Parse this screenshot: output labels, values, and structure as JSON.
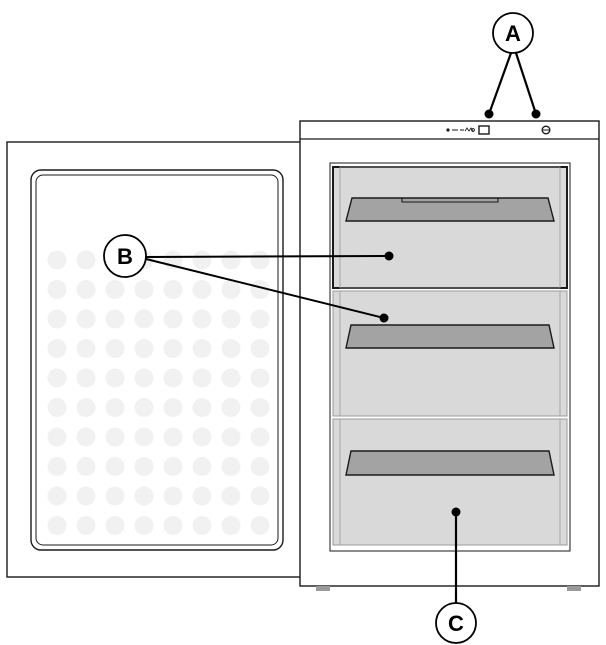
{
  "callouts": [
    {
      "id": "A",
      "label": "A"
    },
    {
      "id": "B",
      "label": "B"
    },
    {
      "id": "C",
      "label": "C"
    }
  ],
  "colors": {
    "outline": "#1a1a1a",
    "drawer_fill": "#d9d9d9",
    "handle_fill": "#a3a3a3",
    "door_dots": "#f1f1f1",
    "feet": "#9a9a9a"
  },
  "door_dot_grid": {
    "rows": 10,
    "columns": 8
  }
}
